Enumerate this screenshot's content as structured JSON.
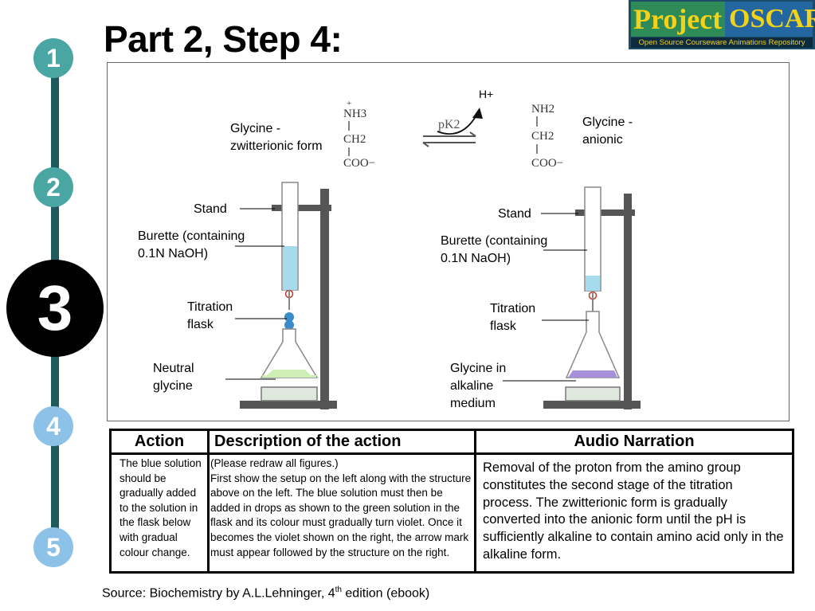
{
  "title": "Part 2, Step 4:",
  "logo": {
    "word1": "Project",
    "word2": "OSCAR",
    "subtitle": "Open Source Courseware Animations Repository"
  },
  "steps": [
    "1",
    "2",
    "3",
    "4",
    "5"
  ],
  "colors": {
    "step_inactive": "#4aa6a2",
    "step_current": "#000000",
    "step_future": "#8cc2e8",
    "timeline": "#1e5a5c",
    "blue_solution": "#a5dbed",
    "green_solution": "#cdefb5",
    "violet_solution": "#a88fd9"
  },
  "figure": {
    "proton": "H+",
    "pk_label": "pK2",
    "left_structure": [
      "NH3",
      "CH2",
      "COO−"
    ],
    "right_structure": [
      "NH2",
      "CH2",
      "COO−"
    ],
    "left_structure_name": "Glycine - zwitterionic form",
    "right_structure_name": "Glycine - anionic",
    "left_setup": {
      "stand": "Stand",
      "burette": "Burette (containing 0.1N NaOH)",
      "flask": "Titration flask",
      "solution": "Neutral glycine"
    },
    "right_setup": {
      "stand": "Stand",
      "burette": "Burette (containing 0.1N NaOH)",
      "flask": "Titration flask",
      "solution": "Glycine in alkaline medium"
    }
  },
  "table": {
    "headers": {
      "action": "Action",
      "description": "Description of the action",
      "audio": "Audio Narration"
    },
    "action": "The blue solution should be gradually added to the solution in the flask below with gradual colour change.",
    "description_note": "(Please redraw all figures.)",
    "description": "First show the setup on the left along with the structure above on the left. The blue solution must then be added in drops as shown to the green  solution in the flask and its colour must gradually turn violet. Once it becomes the violet shown on the right, the arrow mark must appear followed by the structure on the right.",
    "audio": "Removal of the proton from the amino group constitutes the second stage of the titration process. The zwitterionic form is gradually converted into the anionic form until the pH is sufficiently alkaline to contain amino acid only in the alkaline form."
  },
  "source": {
    "prefix": "Source: Biochemistry by A.L.Lehninger, 4",
    "sup": "th",
    "suffix": " edition (ebook)"
  }
}
